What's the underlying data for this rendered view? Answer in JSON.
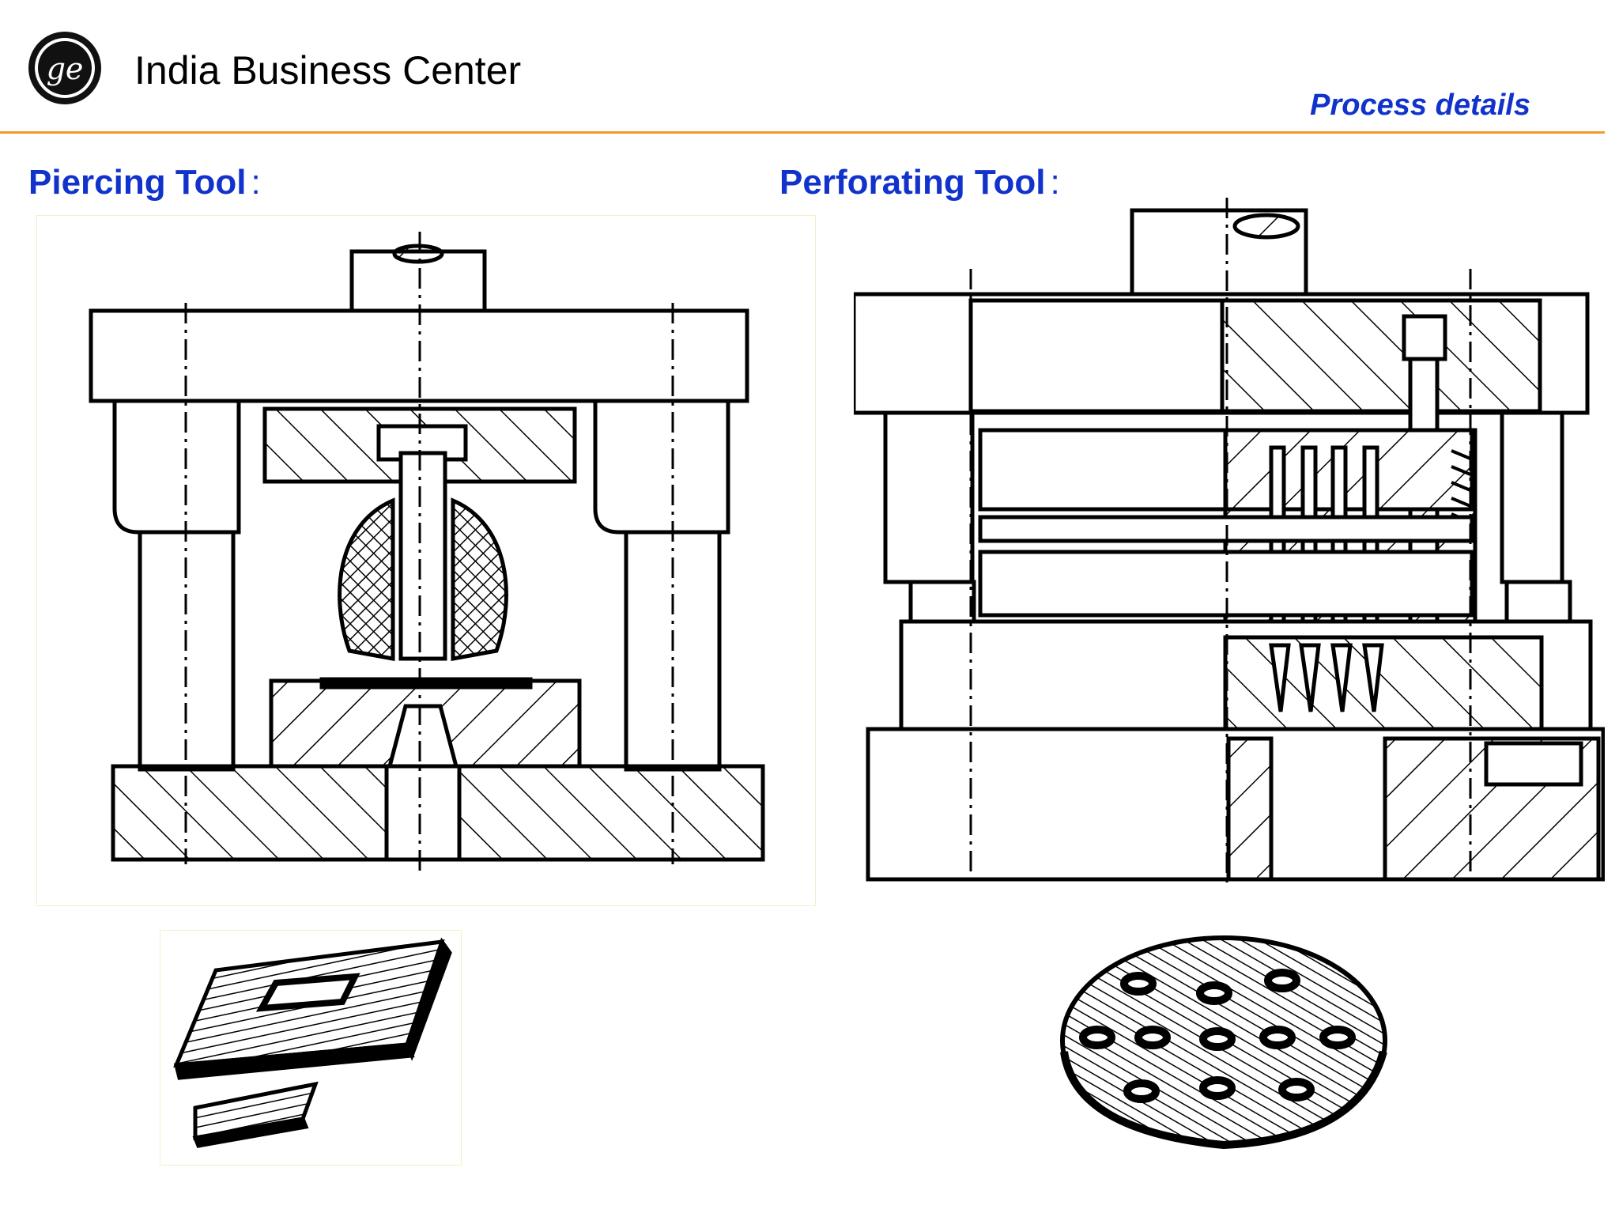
{
  "header": {
    "org_name": "India Business Center",
    "section_title": "Process details",
    "logo_icon": "ge-logo-icon",
    "rule_color": "#f29a2e"
  },
  "sections": {
    "left": {
      "title": "Piercing Tool",
      "suffix": ":"
    },
    "right": {
      "title": "Perforating Tool",
      "suffix": ":"
    }
  },
  "figures": [
    {
      "icon": "piercing-die-drawing-icon"
    },
    {
      "icon": "pierced-plate-drawing-icon"
    },
    {
      "icon": "perforating-die-drawing-icon"
    },
    {
      "icon": "perforated-disc-drawing-icon"
    }
  ],
  "colors": {
    "accent": "#1133cc",
    "frame": "#f4efc6"
  }
}
